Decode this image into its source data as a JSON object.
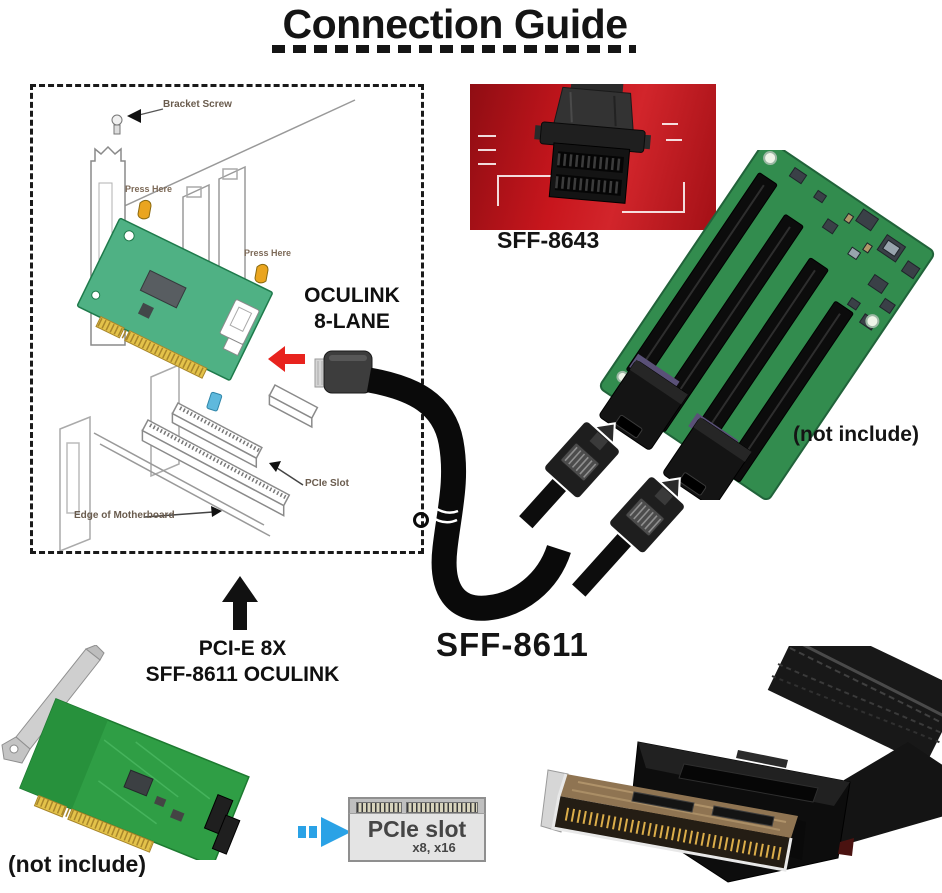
{
  "header": {
    "title": "Connection Guide"
  },
  "diagram": {
    "bracket_screw_label": "Bracket Screw",
    "press_here_label_1": "Press Here",
    "press_here_label_2": "Press Here",
    "oculink_line1": "OCULINK",
    "oculink_line2": "8-LANE",
    "pcie_slot_label": "PCIe Slot",
    "edge_label": "Edge of Motherboard"
  },
  "photos": {
    "sff8643_caption": "SFF-8643",
    "backplane_note": "(not include)",
    "host_card_note": "(not include)"
  },
  "cable": {
    "sff8611_caption": "SFF-8611"
  },
  "adapter_callout": {
    "line1": "PCI-E 8X",
    "line2": "SFF-8611 OCULINK"
  },
  "pcie_slot_block": {
    "title": "PCIe slot",
    "subtitle": "x8, x16"
  },
  "colors": {
    "pcb_red": "#c8161d",
    "board_green": "#328c4e",
    "card_green": "#4fb184",
    "host_card_green": "#2f9e45",
    "cable_black": "#0a0a0a",
    "accent_red": "#e8231e",
    "accent_blue": "#2aa2e6",
    "clip_yellow": "#eaa51f",
    "gold_fingers": "#e3c24a",
    "bronze_tip": "#8f7452"
  }
}
